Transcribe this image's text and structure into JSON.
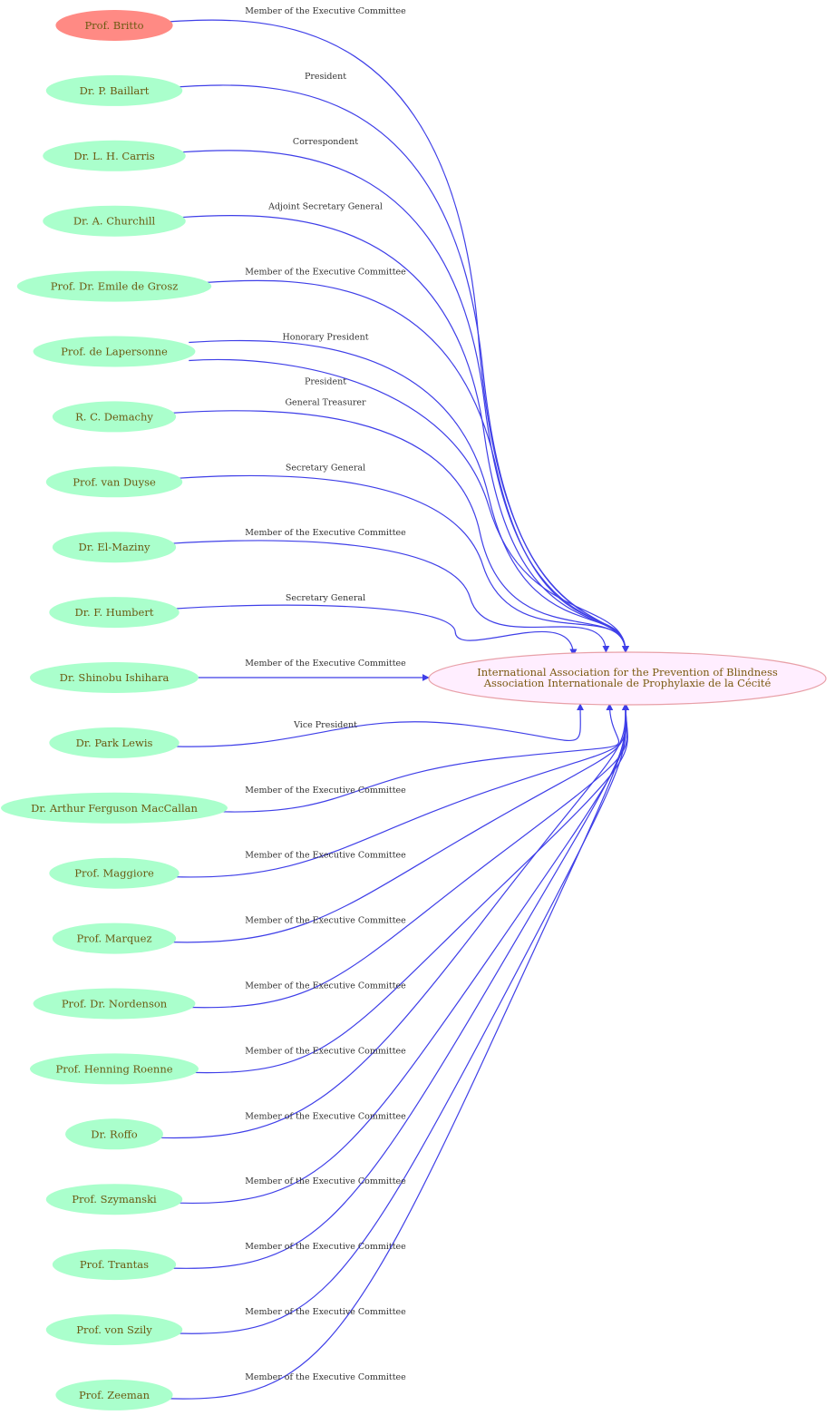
{
  "colors": {
    "edge": "#3f3fe8",
    "person_fill": "#aaffcc",
    "highlight_fill": "#ff8a84",
    "hub_fill": "#ffeeff",
    "hub_stroke": "#e8a0a8",
    "label_text": "#6b5a12"
  },
  "hub": {
    "line1": "International Association for the Prevention of Blindness",
    "line2": "Association Internationale de Prophylaxie de la Cécité"
  },
  "people": [
    {
      "name": "Prof. Britto",
      "highlight": true,
      "roles": [
        "Member of the Executive Committee"
      ]
    },
    {
      "name": "Dr. P. Baillart",
      "roles": [
        "President"
      ]
    },
    {
      "name": "Dr. L. H. Carris",
      "roles": [
        "Correspondent"
      ]
    },
    {
      "name": "Dr. A. Churchill",
      "roles": [
        "Adjoint Secretary General"
      ]
    },
    {
      "name": "Prof. Dr. Emile de Grosz",
      "roles": [
        "Member of the Executive Committee"
      ]
    },
    {
      "name": "Prof. de Lapersonne",
      "roles": [
        "Honorary President",
        "President"
      ]
    },
    {
      "name": "R. C. Demachy",
      "roles": [
        "General Treasurer"
      ]
    },
    {
      "name": "Prof. van Duyse",
      "roles": [
        "Secretary General"
      ]
    },
    {
      "name": "Dr. El-Maziny",
      "roles": [
        "Member of the Executive Committee"
      ]
    },
    {
      "name": "Dr. F. Humbert",
      "roles": [
        "Secretary General"
      ]
    },
    {
      "name": "Dr. Shinobu Ishihara",
      "roles": [
        "Member of the Executive Committee"
      ]
    },
    {
      "name": "Dr. Park Lewis",
      "roles": [
        "Vice President"
      ]
    },
    {
      "name": "Dr. Arthur Ferguson MacCallan",
      "roles": [
        "Member of the Executive Committee"
      ]
    },
    {
      "name": "Prof. Maggiore",
      "roles": [
        "Member of the Executive Committee"
      ]
    },
    {
      "name": "Prof. Marquez",
      "roles": [
        "Member of the Executive Committee"
      ]
    },
    {
      "name": "Prof. Dr. Nordenson",
      "roles": [
        "Member of the Executive Committee"
      ]
    },
    {
      "name": "Prof. Henning Roenne",
      "roles": [
        "Member of the Executive Committee"
      ]
    },
    {
      "name": "Dr. Roffo",
      "roles": [
        "Member of the Executive Committee"
      ]
    },
    {
      "name": "Prof. Szymanski",
      "roles": [
        "Member of the Executive Committee"
      ]
    },
    {
      "name": "Prof. Trantas",
      "roles": [
        "Member of the Executive Committee"
      ]
    },
    {
      "name": "Prof. von Szily",
      "roles": [
        "Member of the Executive Committee"
      ]
    },
    {
      "name": "Prof. Zeeman",
      "roles": [
        "Member of the Executive Committee"
      ]
    }
  ]
}
